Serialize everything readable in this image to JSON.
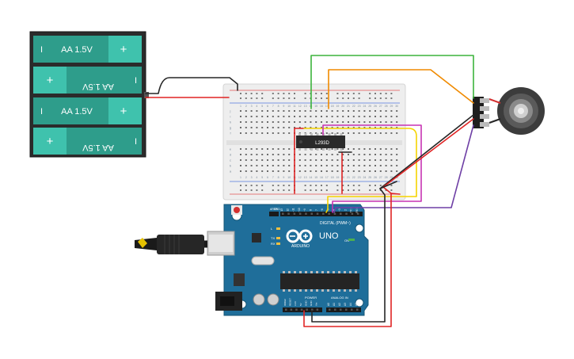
{
  "battery": {
    "cells": [
      {
        "label": "AA 1.5V",
        "flipped": false
      },
      {
        "label": "AA 1.5V",
        "flipped": true
      },
      {
        "label": "AA 1.5V",
        "flipped": false
      },
      {
        "label": "AA 1.5V",
        "flipped": true
      }
    ],
    "plus_symbol": "+",
    "minus_symbol": "I"
  },
  "chip": {
    "label": "L293D"
  },
  "arduino": {
    "brand": "ARDUINO",
    "model": "UNO",
    "digital_header": "DIGITAL (PWM~)",
    "power_header": "POWER",
    "analog_header": "ANALOG IN",
    "on_label": "ON",
    "tx_label": "TX",
    "rx_label": "RX",
    "l_label": "L",
    "aref_label": "AREF",
    "gnd_label": "GND",
    "digital_pins": [
      "13",
      "12",
      "~11",
      "~10",
      "~9",
      "8",
      "7",
      "~6",
      "~5",
      "4",
      "~3",
      "2",
      "TX 1",
      "RX 0"
    ],
    "power_pins": [
      "IOREF",
      "RESET",
      "3.3V",
      "5V",
      "GND",
      "GND",
      "Vin"
    ],
    "analog_pins": [
      "A0",
      "A1",
      "A2",
      "A3",
      "A4",
      "A5"
    ]
  },
  "breadboard": {
    "columns": [
      "1",
      "2",
      "3",
      "4",
      "5",
      "6",
      "7",
      "8",
      "9",
      "10",
      "11",
      "12",
      "13",
      "14",
      "15",
      "16",
      "17",
      "18",
      "19",
      "20",
      "21",
      "22",
      "23",
      "24",
      "25",
      "26",
      "27",
      "28",
      "29",
      "30"
    ],
    "rows_top": [
      "j",
      "i",
      "h",
      "g",
      "f"
    ],
    "rows_bottom": [
      "e",
      "d",
      "c",
      "b",
      "a"
    ]
  },
  "wire_colors": {
    "red": "#e02424",
    "black": "#262626",
    "green": "#3cb43c",
    "orange": "#f08a00",
    "yellow": "#f5d400",
    "magenta": "#c733b3",
    "purple": "#6e3fa5"
  }
}
